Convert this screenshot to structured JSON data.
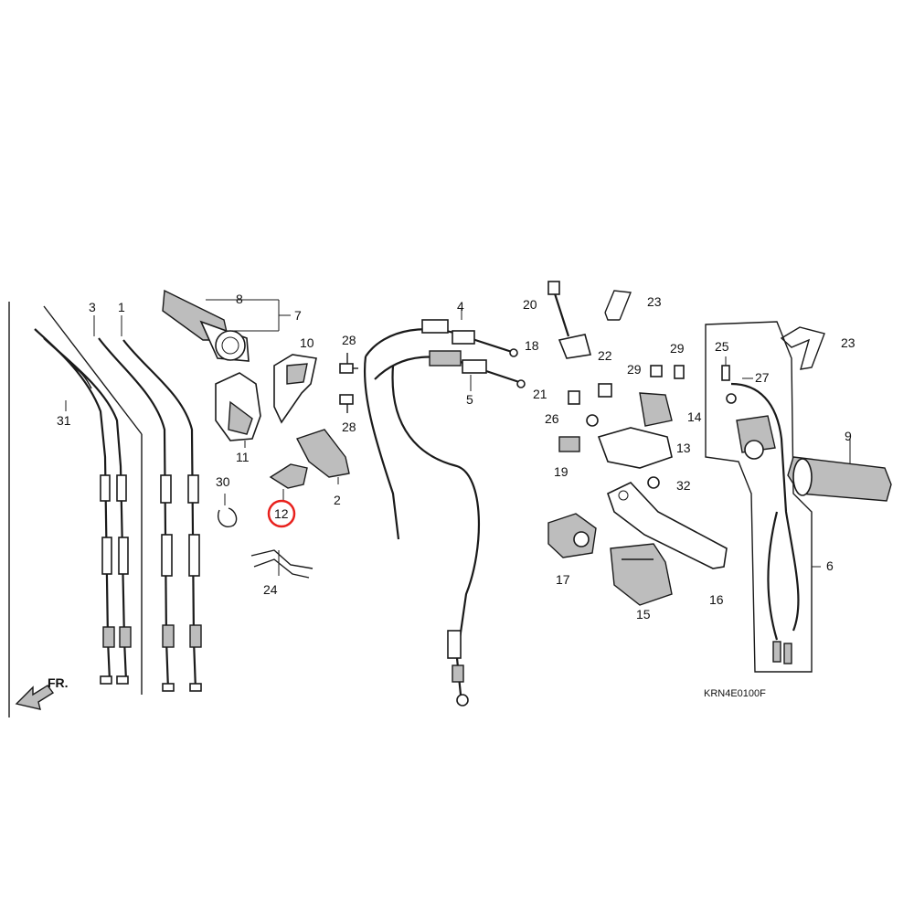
{
  "diagram": {
    "drawing_code": "KRN4E0100F",
    "front_arrow_label": "FR.",
    "highlighted_part": "12",
    "highlight_color": "#e8211d",
    "parts": {
      "p1": "1",
      "p2": "2",
      "p3": "3",
      "p4": "4",
      "p5": "5",
      "p6": "6",
      "p7": "7",
      "p8": "8",
      "p9": "9",
      "p10": "10",
      "p11": "11",
      "p12": "12",
      "p13": "13",
      "p14": "14",
      "p15": "15",
      "p16": "16",
      "p17": "17",
      "p18": "18",
      "p19": "19",
      "p20": "20",
      "p21": "21",
      "p22": "22",
      "p23a": "23",
      "p23b": "23",
      "p24": "24",
      "p25": "25",
      "p26": "26",
      "p27": "27",
      "p28a": "28",
      "p28b": "28",
      "p29a": "29",
      "p29b": "29",
      "p30": "30",
      "p31": "31",
      "p32": "32"
    }
  }
}
